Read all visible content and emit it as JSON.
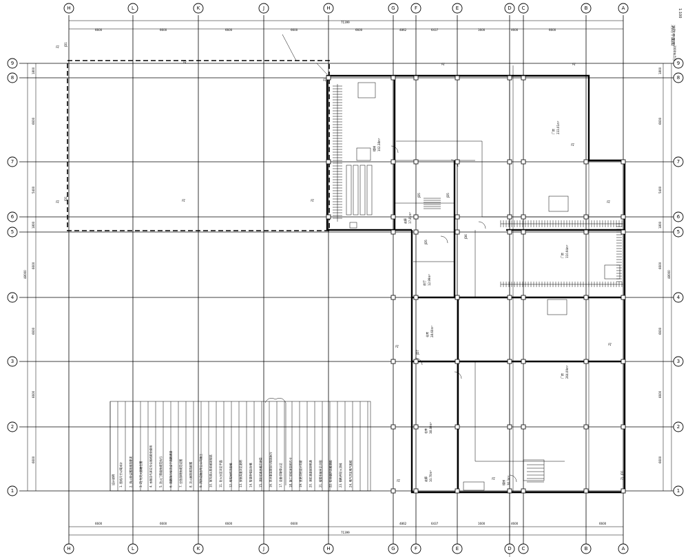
{
  "title": "消防平面图",
  "scale": "1:100",
  "subtitle": "2000年月日",
  "axes_x": [
    "H",
    "L",
    "K",
    "J",
    "H",
    "G",
    "F",
    "E",
    "D",
    "C",
    "B",
    "A"
  ],
  "axes_y": [
    "9",
    "8",
    "7",
    "6",
    "5",
    "4",
    "3",
    "2",
    "1"
  ],
  "dim_top": [
    "6600",
    "6600",
    "6600",
    "6600",
    "6600",
    "4862",
    "6437",
    "1600",
    "4600",
    "6600"
  ],
  "dim_top_total": "71399",
  "dim_bottom": [
    "6600",
    "6600",
    "6600",
    "6600",
    "4862",
    "6437",
    "1600",
    "4600",
    "6600"
  ],
  "dim_bottom_total": "71399",
  "dim_side": [
    "1800",
    "6600",
    "5400",
    "1800",
    "6600",
    "6600",
    "6600",
    "6600",
    "6600"
  ],
  "dim_side_total": "48000",
  "rooms": [
    {
      "name": "厂房",
      "area": "233.01m²"
    },
    {
      "name": "厂房",
      "area": "110.94m²"
    },
    {
      "name": "楼梯",
      "area": "102.38m²"
    },
    {
      "name": "走廊",
      "area": "17.81m²"
    },
    {
      "name": "前厅",
      "area": "12.99m²"
    },
    {
      "name": "仓库",
      "area": "28.60m²"
    },
    {
      "name": "厂房",
      "area": "264.09m²"
    },
    {
      "name": "仓库",
      "area": "38.40m²"
    },
    {
      "name": "走廊",
      "area": "10.70m²"
    },
    {
      "name": "楼梯",
      "area": "30.3m²"
    }
  ],
  "equip_labels": [
    "ZJ",
    "ZJ",
    "ZJ",
    "ZJ",
    "ZJ",
    "ZJ",
    "ZJ",
    "ZJ",
    "ZJ",
    "ZJ",
    "ZJ",
    "ZJ",
    "ZJ",
    "ZJ",
    "ZJ"
  ],
  "door_labels": [
    "JD1",
    "JD1",
    "JD5",
    "JD5",
    "JD6",
    "JD7",
    "JD1",
    "JD5"
  ],
  "notes_title": "设计说明",
  "notes": [
    "1. 图纸尺寸以毫米计",
    "2. 消火栓设置按规范要求",
    "3. ZJ 为灭火器箱位置",
    "4. 本图应与其它专业图纸配合使用",
    "5. 防火门等级按规范执行",
    "6. 疏散指示标志设于疏散通道",
    "7. 应急照明按规范设置",
    "8. 灭火器按规范配置",
    "9. 消防设施由专业公司施工",
    "10. 室内消火栓系统按规范",
    "11. 防火分区详见平面",
    "12. 所有材料须合格",
    "13. 安装高度详见说明",
    "14. 管道穿墙处封堵",
    "15. 消防验收合格后使用",
    "16. 未尽事宜按现行规范执行",
    "17. 设备须取得认证",
    "18. 施工前核对现场尺寸",
    "19. 变更须经设计同意",
    "20. 消防通道保持畅通",
    "21. 报警系统另见详图",
    "22. 防排烟详见暖通图",
    "23. 钢构件防火涂料",
    "24. 电气详见电气图纸"
  ]
}
